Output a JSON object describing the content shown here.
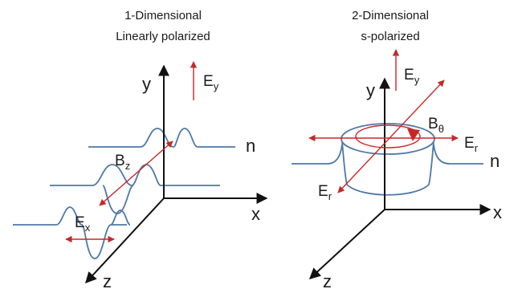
{
  "left_panel": {
    "title_line1": "1-Dimensional",
    "title_line2": "Linearly polarized",
    "axes": {
      "x": "x",
      "y": "y",
      "z": "z"
    },
    "index_label": "n",
    "fields": {
      "ey": {
        "main": "E",
        "sub": "y"
      },
      "bz": {
        "main": "B",
        "sub": "z"
      },
      "ex": {
        "main": "E",
        "sub": "x"
      }
    }
  },
  "right_panel": {
    "title_line1": "2-Dimensional",
    "title_line2": "s-polarized",
    "axes": {
      "x": "x",
      "y": "y",
      "z": "z"
    },
    "index_label": "n",
    "fields": {
      "ey": {
        "main": "E",
        "sub": "y"
      },
      "btheta": {
        "main": "B",
        "sub": "θ"
      },
      "er_right": {
        "main": "E",
        "sub": "r"
      },
      "er_left": {
        "main": "E",
        "sub": "r"
      }
    }
  },
  "colors": {
    "profile": "#4f78a8",
    "field": "#c62828",
    "axis": "#111111"
  }
}
